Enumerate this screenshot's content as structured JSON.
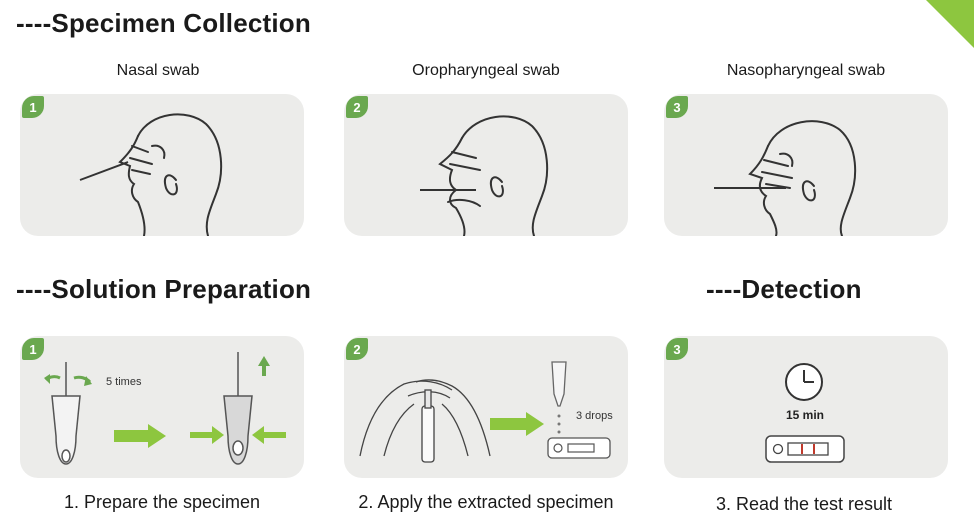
{
  "colors": {
    "accent": "#8dc63f",
    "badge": "#6aa84f",
    "panel": "#ececea",
    "line_red": "#c0392b"
  },
  "specimen": {
    "title": "----Specimen Collection",
    "items": [
      {
        "badge": "1",
        "label": "Nasal swab"
      },
      {
        "badge": "2",
        "label": "Oropharyngeal swab"
      },
      {
        "badge": "3",
        "label": "Nasopharyngeal swab"
      }
    ]
  },
  "solution": {
    "title": "----Solution Preparation"
  },
  "detection": {
    "title": "----Detection"
  },
  "steps": [
    {
      "badge": "1",
      "note": "5 times",
      "caption": "1. Prepare the specimen"
    },
    {
      "badge": "2",
      "note": "3 drops",
      "caption": "2. Apply the extracted specimen"
    },
    {
      "badge": "3",
      "note": "15 min",
      "caption": "3. Read the test result"
    }
  ]
}
